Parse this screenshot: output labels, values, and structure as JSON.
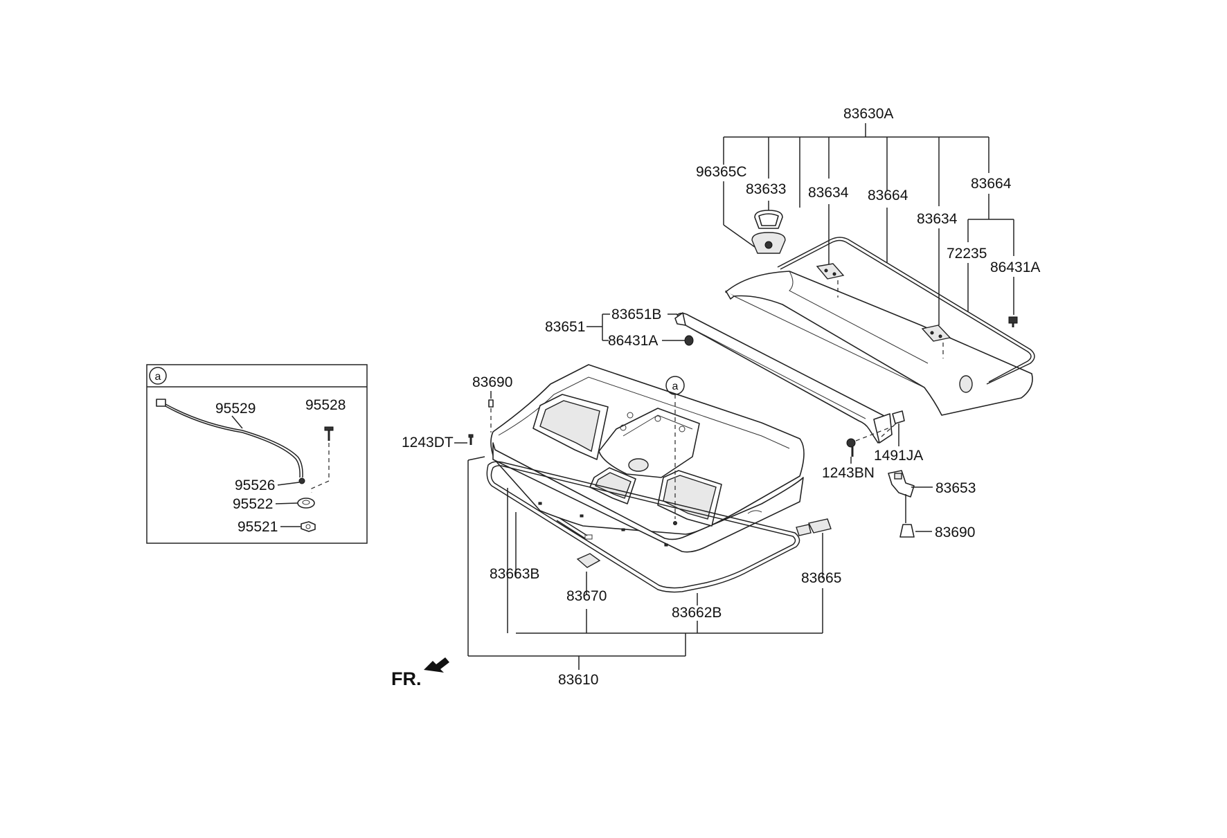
{
  "labels": {
    "p83630A": "83630A",
    "p96365C": "96365C",
    "p83633": "83633",
    "p83634a": "83634",
    "p83664a": "83664",
    "p83634b": "83634",
    "p83664b": "83664",
    "p72235": "72235",
    "p86431Aa": "86431A",
    "p83651": "83651",
    "p83651B": "83651B",
    "p86431Ab": "86431A",
    "p83690a": "83690",
    "p1243DT": "1243DT",
    "p1243BN": "1243BN",
    "p1491JA": "1491JA",
    "p83653": "83653",
    "p83690b": "83690",
    "p83663B": "83663B",
    "p83670": "83670",
    "p83662B": "83662B",
    "p83665": "83665",
    "p83610": "83610",
    "callout_a": "a"
  },
  "detail_box": {
    "circle_label": "a",
    "p95529": "95529",
    "p95528": "95528",
    "p95526": "95526",
    "p95522": "95522",
    "p95521": "95521"
  },
  "front_indicator": "FR."
}
